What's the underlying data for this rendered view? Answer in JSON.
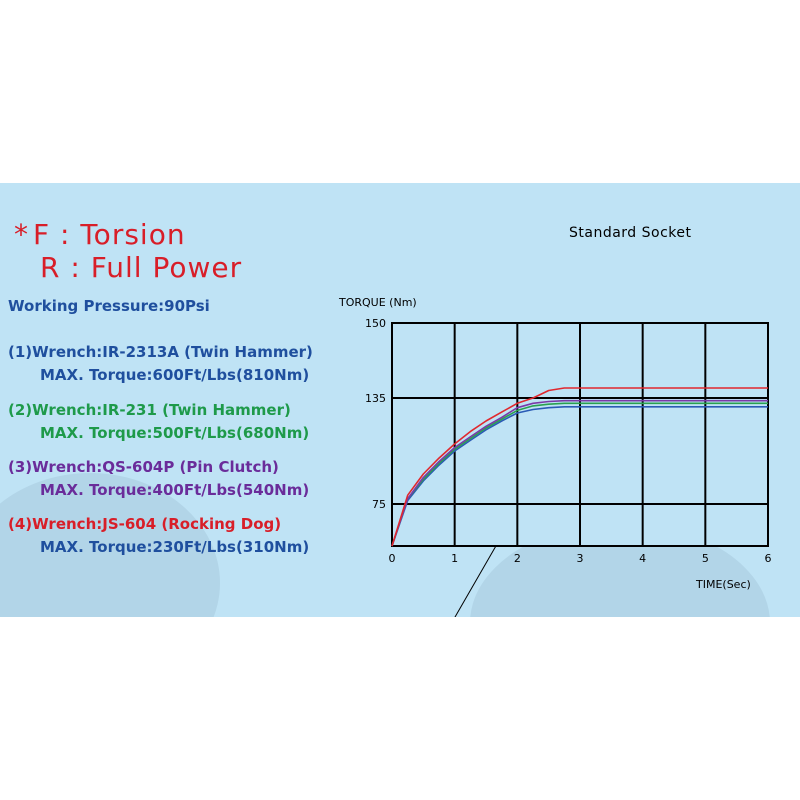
{
  "title_line1": "F : Torsion",
  "title_line2": "R : Full Power",
  "star_glyph": "*",
  "working_pressure": "Working Pressure:90Psi",
  "wrenches": [
    {
      "label": "(1)Wrench:IR-2313A (Twin Hammer)",
      "torque": "MAX. Torque:600Ft/Lbs(810Nm)",
      "label_color": "#1f4f9e",
      "torque_color": "#1f4f9e"
    },
    {
      "label": "(2)Wrench:IR-231 (Twin Hammer)",
      "torque": "MAX. Torque:500Ft/Lbs(680Nm)",
      "label_color": "#1e9a4a",
      "torque_color": "#1e9a4a"
    },
    {
      "label": "(3)Wrench:QS-604P (Pin Clutch)",
      "torque": "MAX. Torque:400Ft/Lbs(540Nm)",
      "label_color": "#6a2c9a",
      "torque_color": "#6a2c9a"
    },
    {
      "label": "(4)Wrench:JS-604 (Rocking Dog)",
      "torque": "MAX. Torque:230Ft/Lbs(310Nm)",
      "label_color": "#d81e28",
      "torque_color": "#1f4f9e"
    }
  ],
  "annotation": "Standard Socket",
  "chart_data": {
    "type": "line",
    "title": "",
    "xlabel": "TIME(Sec)",
    "ylabel": "TORQUE (Nm)",
    "xlim": [
      0,
      6
    ],
    "x_ticks": [
      0,
      1,
      2,
      3,
      4,
      5,
      6
    ],
    "y_ticks": [
      75,
      135,
      150
    ],
    "grid": true,
    "series": [
      {
        "color": "#2a5bb5",
        "x": [
          0,
          0.25,
          0.5,
          0.75,
          1,
          1.25,
          1.5,
          1.75,
          2,
          2.25,
          2.5,
          2.75,
          3,
          4,
          5,
          6
        ],
        "y": [
          55,
          77,
          88,
          97,
          105,
          111,
          117,
          122,
          126.5,
          128.5,
          129.5,
          130,
          130,
          130,
          130,
          130
        ]
      },
      {
        "color": "#2aa050",
        "x": [
          0,
          0.25,
          0.5,
          0.75,
          1,
          1.25,
          1.5,
          1.75,
          2,
          2.25,
          2.5,
          2.75,
          3,
          4,
          5,
          6
        ],
        "y": [
          55,
          78,
          89,
          98,
          106,
          112,
          118,
          123,
          128,
          130.5,
          131.5,
          132,
          132,
          132,
          132,
          132
        ]
      },
      {
        "color": "#7a3aa8",
        "x": [
          0,
          0.25,
          0.5,
          0.75,
          1,
          1.25,
          1.5,
          1.75,
          2,
          2.25,
          2.5,
          2.75,
          3,
          4,
          5,
          6
        ],
        "y": [
          55,
          78,
          90,
          99,
          107,
          113,
          119,
          124,
          129.5,
          132,
          133,
          133.5,
          133.5,
          133.5,
          133.5,
          133.5
        ]
      },
      {
        "color": "#e0282e",
        "x": [
          0,
          0.25,
          0.5,
          0.75,
          1,
          1.25,
          1.5,
          1.75,
          2,
          2.25,
          2.5,
          2.75,
          3,
          4,
          5,
          6
        ],
        "y": [
          55,
          80,
          92,
          101,
          109,
          116,
          122,
          127,
          132,
          135,
          136.5,
          137,
          137,
          137,
          137,
          137
        ]
      }
    ]
  }
}
